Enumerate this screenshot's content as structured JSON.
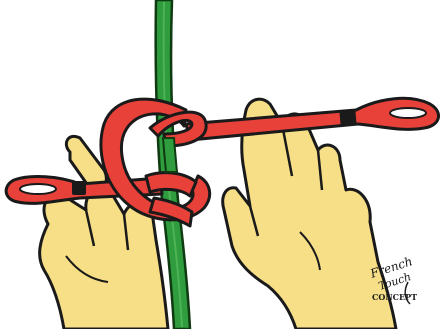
{
  "illustration": {
    "subject": "prusik-hitch",
    "colors": {
      "background": "#ffffff",
      "rope": "#2f9c3d",
      "rope_outline": "#0f3a12",
      "sling": "#e8413a",
      "sling_outline": "#1a1a1a",
      "skin": "#f6df86",
      "skin_outline": "#1a1a1a"
    }
  },
  "logo": {
    "line1": "French",
    "line2": "Touch",
    "line3": "CONCEPT"
  }
}
